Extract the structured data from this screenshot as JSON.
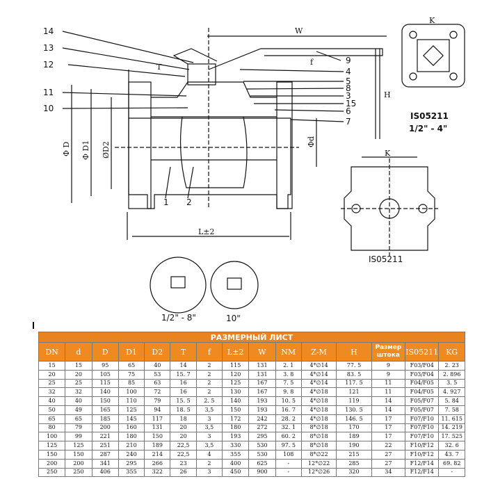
{
  "drawing": {
    "part_numbers": [
      "14",
      "13",
      "12",
      "11",
      "10",
      "1",
      "2",
      "9",
      "4",
      "5",
      "8",
      "3",
      "15",
      "6",
      "7"
    ],
    "dim_labels": {
      "w": "W",
      "h": "H",
      "l": "L±2",
      "phi_d": "Φ D",
      "phi_d1": "Φ D1",
      "phi_d2": "ØD2",
      "phi_d_small": "Φd",
      "t": "T",
      "f": "f",
      "k_top": "K",
      "k_bottom": "K"
    },
    "iso_top": "IS05211",
    "iso_range": "1/2\" - 4\"",
    "iso_bottom": "IS05211",
    "detail_left": "1/2\" - 8\"",
    "detail_right": "10\""
  },
  "table": {
    "title": "РАЗМЕРНЫЙ ЛИСТ",
    "headers": [
      "DN",
      "d",
      "D",
      "D1",
      "D2",
      "T",
      "f",
      "L±2",
      "W",
      "NM",
      "Z-M",
      "H",
      "Размер штока",
      "IS05211",
      "KG"
    ],
    "rows": [
      [
        "15",
        "15",
        "95",
        "65",
        "40",
        "14",
        "2",
        "115",
        "131",
        "2. 1",
        "4*∅14",
        "77. 5",
        "9",
        "F03/F04",
        "2. 23"
      ],
      [
        "20",
        "20",
        "105",
        "75",
        "53",
        "15. 7",
        "2",
        "120",
        "131",
        "3. 8",
        "4*∅14",
        "83. 5",
        "9",
        "F03/F04",
        "2. 896"
      ],
      [
        "25",
        "25",
        "115",
        "85",
        "63",
        "16",
        "2",
        "125",
        "167",
        "7. 5",
        "4*∅14",
        "117. 5",
        "11",
        "F04/F05",
        "3. 5"
      ],
      [
        "32",
        "32",
        "140",
        "100",
        "72",
        "16",
        "2",
        "130",
        "167",
        "9. 8",
        "4*∅18",
        "121",
        "11",
        "F04/F05",
        "4. 927"
      ],
      [
        "40",
        "40",
        "150",
        "110",
        "79",
        "15. 5",
        "2. 5",
        "140",
        "193",
        "10. 5",
        "4*∅18",
        "119",
        "14",
        "F05/F07",
        "5. 84"
      ],
      [
        "50",
        "49",
        "165",
        "125",
        "94",
        "18. 5",
        "3,5",
        "150",
        "193",
        "16. 7",
        "4*∅18",
        "130. 5",
        "14",
        "F05/F07",
        "7. 58"
      ],
      [
        "65",
        "65",
        "185",
        "145",
        "117",
        "18",
        "3",
        "172",
        "242",
        "28. 2",
        "4*∅18",
        "146. 5",
        "17",
        "F07/F10",
        "11. 615"
      ],
      [
        "80",
        "79",
        "200",
        "160",
        "131",
        "20",
        "3,5",
        "180",
        "272",
        "32. 1",
        "8*∅18",
        "170",
        "17",
        "F07/F10",
        "14. 219"
      ],
      [
        "100",
        "99",
        "221",
        "180",
        "150",
        "20",
        "3",
        "193",
        "295",
        "60. 2",
        "8*∅18",
        "189",
        "17",
        "F07/F10",
        "17. 525"
      ],
      [
        "125",
        "125",
        "251",
        "210",
        "189",
        "22,5",
        "3,5",
        "330",
        "530",
        "97. 5",
        "8*∅18",
        "190",
        "22",
        "F10/F12",
        "32. 6"
      ],
      [
        "150",
        "150",
        "287",
        "240",
        "214",
        "22,5",
        "4",
        "355",
        "530",
        "108",
        "8*∅22",
        "215",
        "27",
        "F10/F12",
        "43. 7"
      ],
      [
        "200",
        "200",
        "341",
        "295",
        "266",
        "23",
        "2",
        "400",
        "625",
        "-",
        "12*∅22",
        "285",
        "27",
        "F12/F14",
        "69. 82"
      ],
      [
        "250",
        "250",
        "406",
        "355",
        "322",
        "26",
        "3",
        "450",
        "900",
        "-",
        "12*∅26",
        "320",
        "34",
        "F12/F14",
        "-"
      ]
    ]
  }
}
